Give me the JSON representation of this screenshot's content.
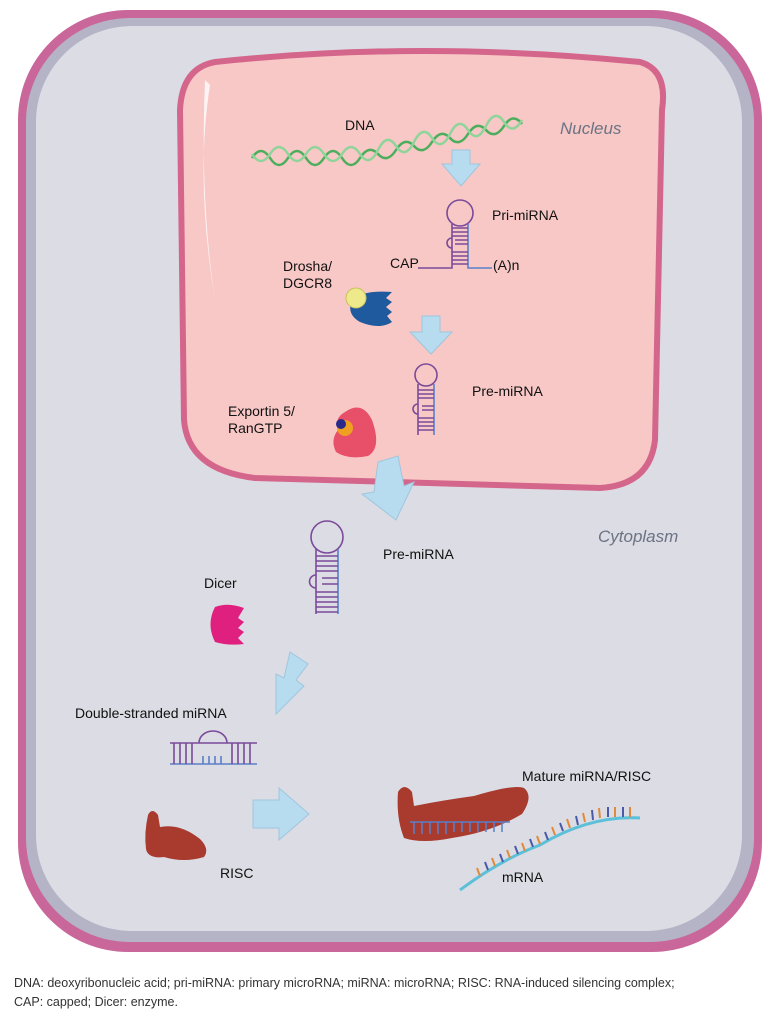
{
  "labels": {
    "nucleus": "Nucleus",
    "cytoplasm": "Cytoplasm",
    "dna": "DNA",
    "pri_mirna": "Pri-miRNA",
    "cap": "CAP",
    "poly_a": "(A)n",
    "drosha_line1": "Drosha/",
    "drosha_line2": "DGCR8",
    "pre_mirna_nucleus": "Pre-miRNA",
    "exportin_line1": "Exportin 5/",
    "exportin_line2": "RanGTP",
    "pre_mirna_cytoplasm": "Pre-miRNA",
    "dicer": "Dicer",
    "ds_mirna": "Double-stranded miRNA",
    "risc": "RISC",
    "mature_risc": "Mature miRNA/RISC",
    "mrna": "mRNA"
  },
  "caption": {
    "line1": "DNA: deoxyribonucleic acid; pri-miRNA: primary microRNA; miRNA: microRNA; RISC: RNA-induced silencing complex;",
    "line2": "CAP: capped; Dicer: enzyme."
  },
  "colors": {
    "cell_membrane": "#c9679a",
    "cytoplasm": "#dcdce4",
    "nucleus_fill": "#f7c8c6",
    "nucleus_border": "#d4668c",
    "arrow": "#b7dcf0",
    "rna_purple": "#7b4a9a",
    "rna_blue": "#5b7fc8",
    "dna_green": "#4cae5c",
    "drosha": "#1f5a9e",
    "dicer": "#e0207f",
    "exportin": "#e8506a",
    "risc": "#a83a2e"
  }
}
